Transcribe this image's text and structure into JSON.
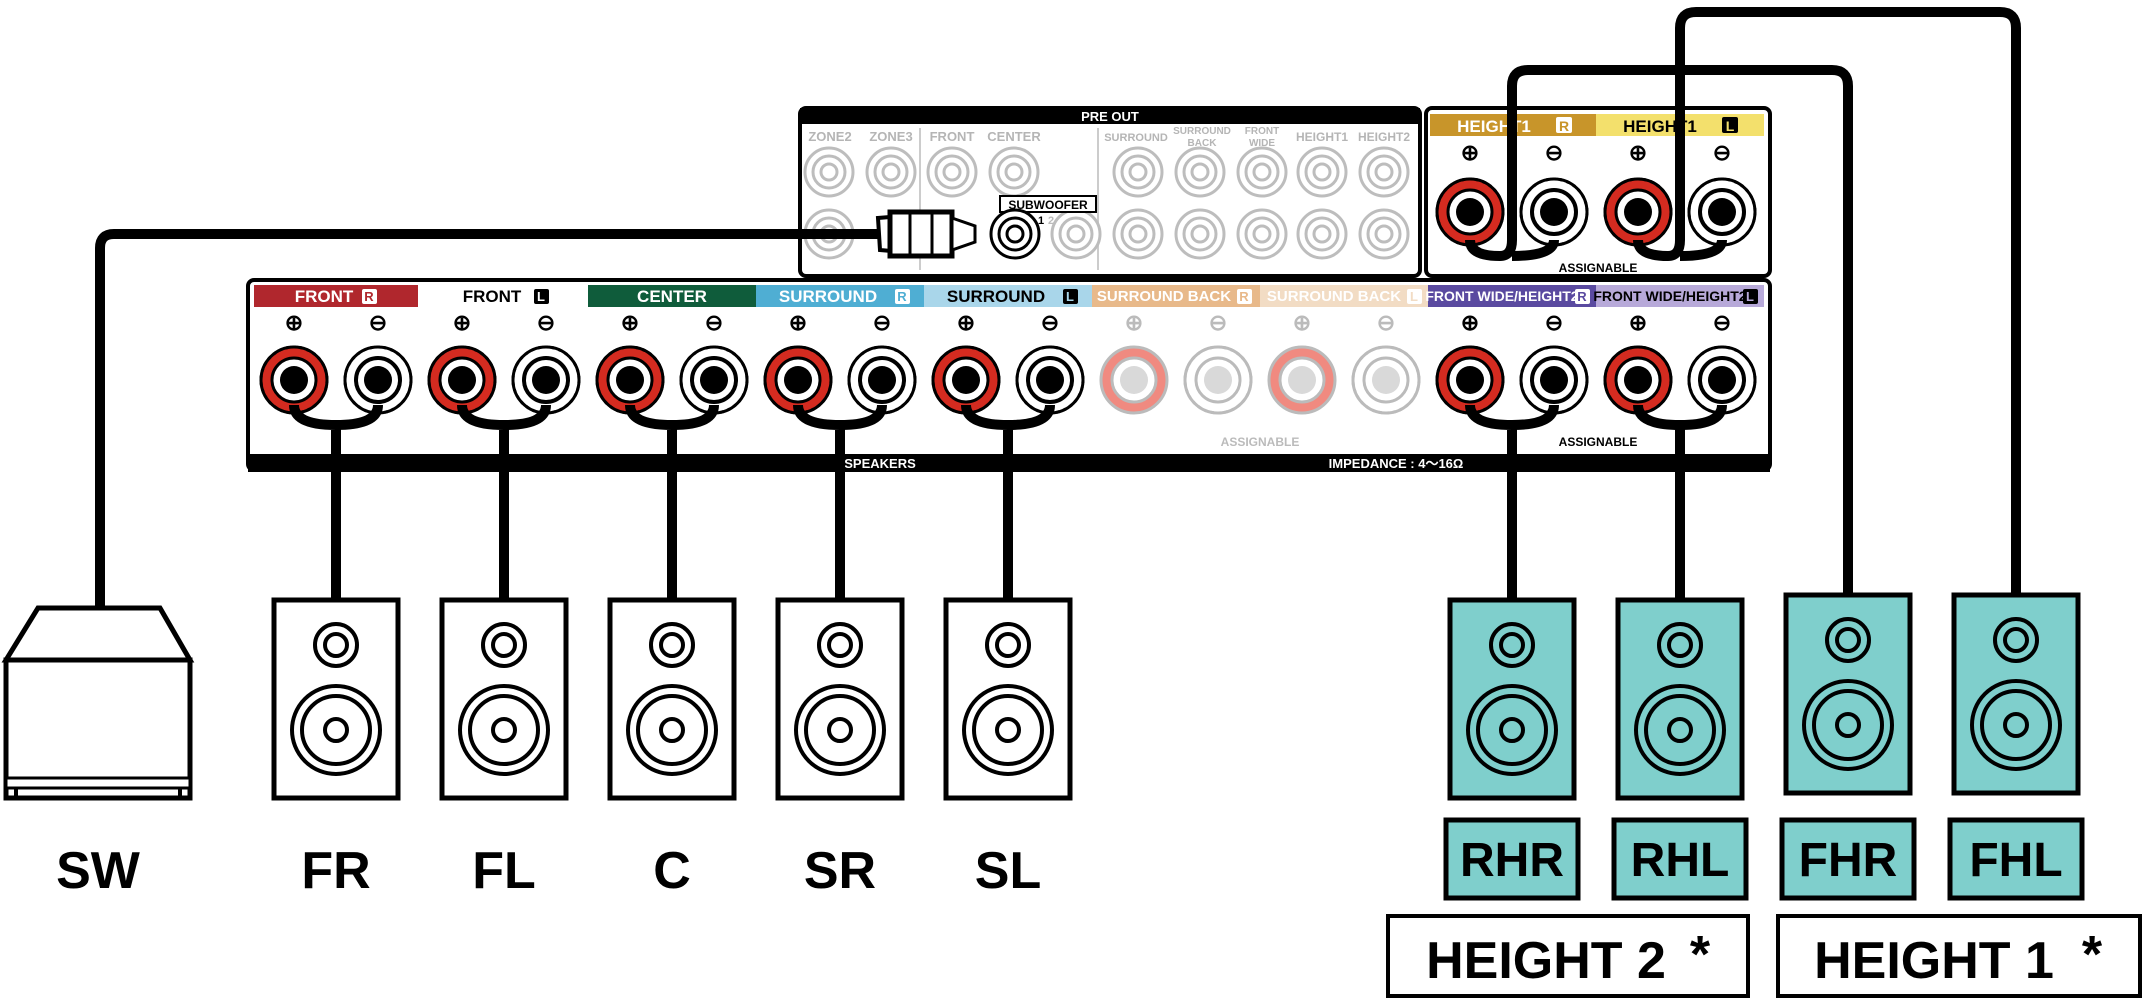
{
  "colors": {
    "front_r": "#b0272d",
    "center": "#0f5c3b",
    "surround_r": "#4faed3",
    "surround_l": "#a9d6ea",
    "surround_back_r": "#e8b98a",
    "surround_back_l": "#f2dcc4",
    "fwh2_r": "#5a4aa0",
    "fwh2_l": "#b7a9d9",
    "height1_r": "#c8952a",
    "height1_l": "#f3e06c",
    "terminal_red": "#d42b20",
    "speaker_teal": "#7fcfcc"
  },
  "pre_out": {
    "title": "PRE OUT",
    "labels": {
      "zone2": "ZONE2",
      "zone3": "ZONE3",
      "front": "FRONT",
      "center": "CENTER",
      "surround": "SURROUND",
      "surround_back_1": "SURROUND",
      "surround_back_2": "BACK",
      "front_wide_1": "FRONT",
      "front_wide_2": "WIDE",
      "height1": "HEIGHT1",
      "height2": "HEIGHT2"
    },
    "subwoofer_label": "SUBWOOFER",
    "sub_num_1": "1",
    "sub_num_2": "2"
  },
  "height1_panel": {
    "r_label": "HEIGHT1",
    "l_label": "HEIGHT1",
    "r_badge": "R",
    "l_badge": "L",
    "assignable": "ASSIGNABLE"
  },
  "speakers_panel": {
    "groups": [
      {
        "label": "FRONT",
        "badge": "R"
      },
      {
        "label": "FRONT",
        "badge": "L"
      },
      {
        "label": "CENTER",
        "badge": ""
      },
      {
        "label": "SURROUND",
        "badge": "R"
      },
      {
        "label": "SURROUND",
        "badge": "L"
      },
      {
        "label": "SURROUND BACK",
        "badge": "R"
      },
      {
        "label": "SURROUND BACK",
        "badge": "L"
      },
      {
        "label": "FRONT WIDE/HEIGHT2",
        "badge": "R"
      },
      {
        "label": "FRONT WIDE/HEIGHT2",
        "badge": "L"
      }
    ],
    "plus": "⊕",
    "minus": "⊖",
    "assignable_back": "ASSIGNABLE",
    "assignable_fw": "ASSIGNABLE",
    "speakers": "SPEAKERS",
    "impedance": "IMPEDANCE : 4～16Ω"
  },
  "speaker_labels": {
    "sw": "SW",
    "fr": "FR",
    "fl": "FL",
    "c": "C",
    "sr": "SR",
    "sl": "SL"
  },
  "height_speakers": {
    "rhr": "RHR",
    "rhl": "RHL",
    "fhr": "FHR",
    "fhl": "FHL"
  },
  "height_groups": {
    "height2": "HEIGHT 2",
    "height1": "HEIGHT 1",
    "asterisk": "*"
  }
}
